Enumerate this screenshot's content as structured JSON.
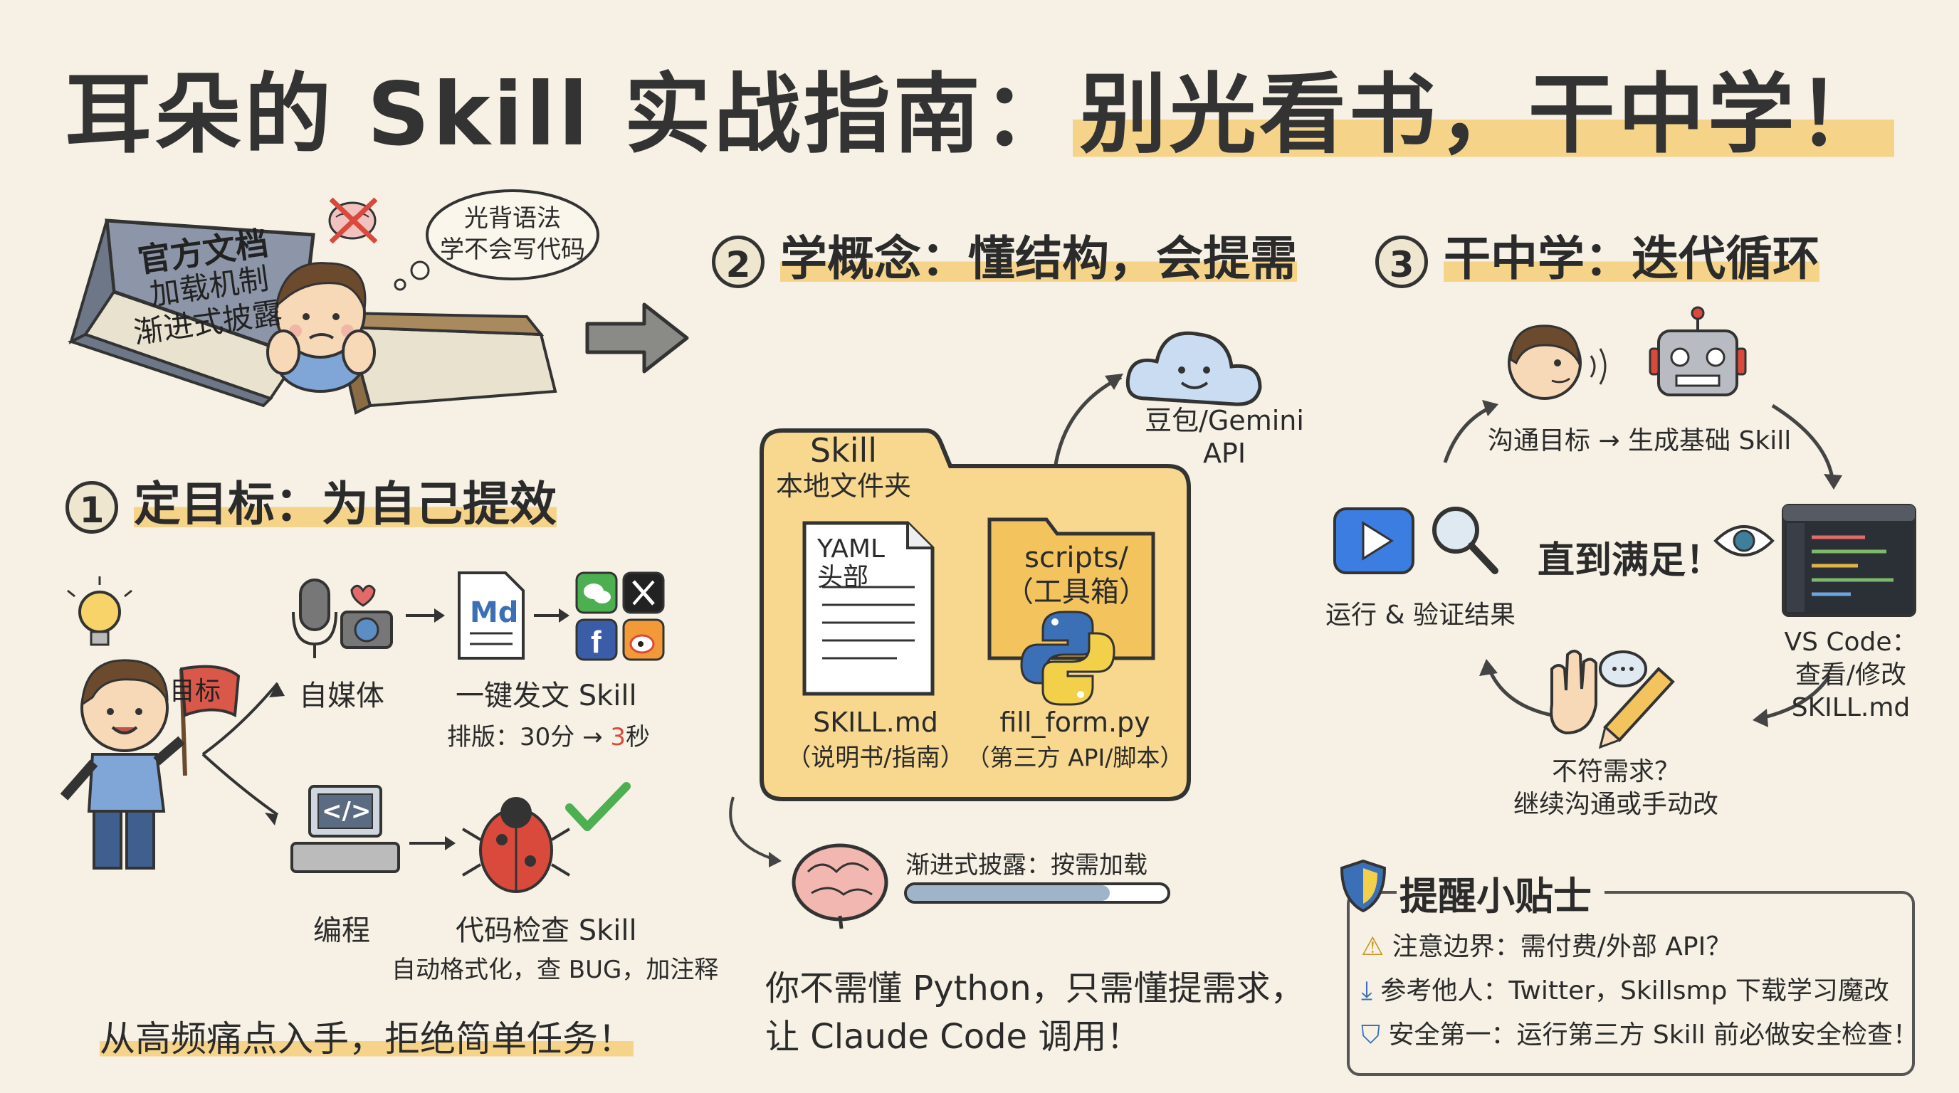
{
  "title": {
    "pre": "耳朵的 Skill 实战指南：",
    "highlight": "别光看书，干中学！"
  },
  "intro": {
    "book_lines": [
      "官方文档",
      "加载机制",
      "渐进式披露"
    ],
    "thought": [
      "光背语法",
      "学不会写代码"
    ]
  },
  "step1": {
    "number": "1",
    "heading": "定目标：为自己提效",
    "flag_label": "目标",
    "media": {
      "label": "自媒体",
      "doc_icon_text": "Md",
      "skill": "一键发文 Skill",
      "detail_pre": "排版：30分 → ",
      "detail_num": "3",
      "detail_post": "秒"
    },
    "code": {
      "label": "编程",
      "screen_text": "</>",
      "skill": "代码检查 Skill",
      "detail": "自动格式化，查 BUG，加注释"
    },
    "footer": "从高频痛点入手，拒绝简单任务！"
  },
  "step2": {
    "number": "2",
    "heading": "学概念：懂结构，会提需",
    "folder_title": [
      "Skill",
      "本地文件夹"
    ],
    "yaml": [
      "YAML",
      "头部"
    ],
    "skill_md": [
      "SKILL.md",
      "（说明书/指南）"
    ],
    "scripts": [
      "scripts/",
      "（工具箱）"
    ],
    "fill_form": [
      "fill_form.py",
      "（第三方 API/脚本）"
    ],
    "api": [
      "豆包/Gemini",
      "API"
    ],
    "progressive": "渐进式披露：按需加载",
    "progress_value": 0.78,
    "footer": [
      "你不需懂 Python，只需懂提需求，",
      "让 Claude Code 调用！"
    ]
  },
  "step3": {
    "number": "3",
    "heading": "干中学：迭代循环",
    "communicate": "沟通目标 → 生成基础 Skill",
    "vscode": [
      "VS Code：",
      "查看/修改",
      "SKILL.md"
    ],
    "mismatch": [
      "不符需求？",
      "继续沟通或手动改"
    ],
    "run": "运行 & 验证结果",
    "satisfied": "直到满足！"
  },
  "tips": {
    "title": "提醒小贴士",
    "items": [
      "注意边界：需付费/外部 API？",
      "参考他人：Twitter，Skillsmp 下载学习魔改",
      "安全第一：运行第三方 Skill 前必做安全检查！"
    ]
  },
  "colors": {
    "highlight": "#f5d48a",
    "folder": "#f7d88e",
    "cloud": "#c9dcf2",
    "bug": "#d94a3c",
    "check": "#4caf50",
    "play": "#3b7de0"
  }
}
